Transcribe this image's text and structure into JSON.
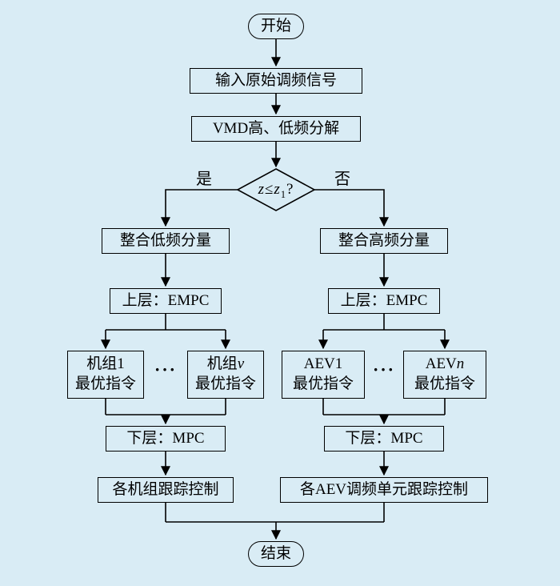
{
  "colors": {
    "background": "#d9ecf5",
    "stroke": "#000000",
    "text": "#000000"
  },
  "flowchart": {
    "start": "开始",
    "input": "输入原始调频信号",
    "vmd": "VMD高、低频分解",
    "decision": {
      "lhs": "z",
      "op": "≤",
      "rhs": "z",
      "rhs_sub": "1",
      "suffix": "?"
    },
    "yes": "是",
    "no": "否",
    "left": {
      "integrate": "整合低频分量",
      "upper": "上层：EMPC",
      "unit1": {
        "line1": "机组1",
        "line2": "最优指令"
      },
      "unitv": {
        "prefix": "机组",
        "var": "v",
        "line2": "最优指令"
      },
      "dots": "···",
      "lower": "下层：MPC",
      "tracking": "各机组跟踪控制"
    },
    "right": {
      "integrate": "整合高频分量",
      "upper": "上层：EMPC",
      "aev1": {
        "line1": "AEV1",
        "line2": "最优指令"
      },
      "aevn": {
        "prefix": "AEV",
        "var": "n",
        "line2": "最优指令"
      },
      "dots": "···",
      "lower": "下层：MPC",
      "tracking": "各AEV调频单元跟踪控制"
    },
    "end": "结束"
  }
}
